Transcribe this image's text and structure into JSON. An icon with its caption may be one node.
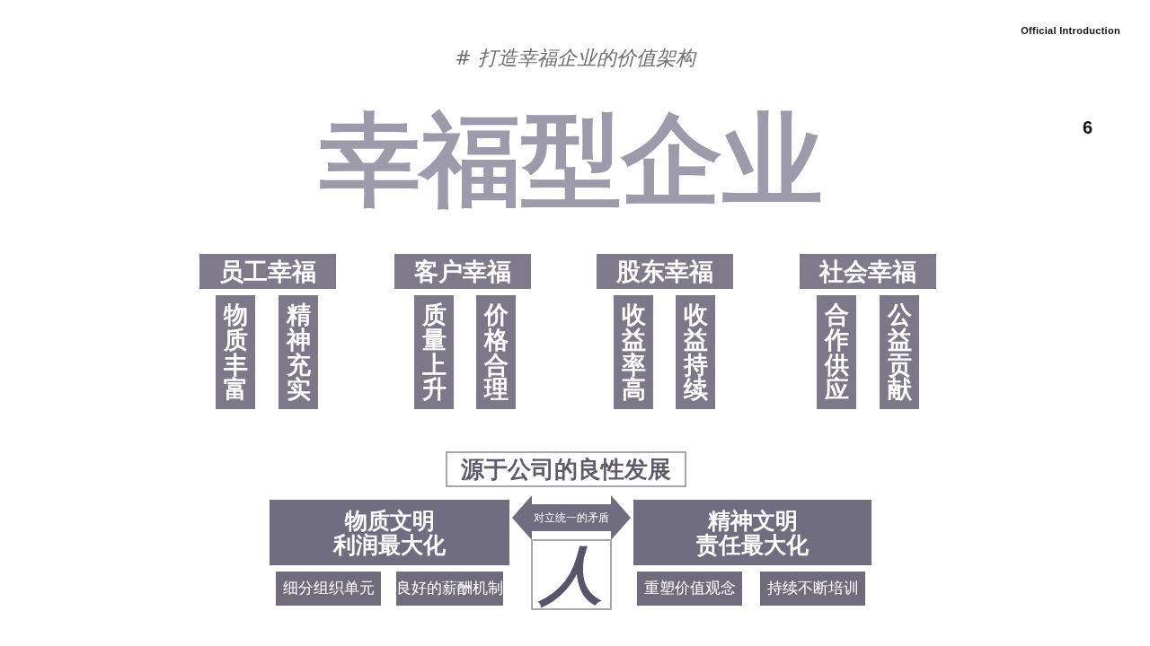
{
  "diagram": {
    "title": "# 打造幸福企业的价值架构",
    "nodes": [
      {
        "text": [
          "员工幸福"
        ]
      },
      {
        "text": [
          "物质丰富"
        ]
      },
      {
        "text": [
          "精神充实"
        ]
      },
      {
        "text": [
          "客户幸福"
        ]
      },
      {
        "text": [
          "质量上升"
        ]
      },
      {
        "text": [
          "价格合理"
        ]
      },
      {
        "text": [
          "股东幸福"
        ]
      },
      {
        "text": [
          "收益率高"
        ]
      },
      {
        "text": [
          "收益持续"
        ]
      },
      {
        "text": [
          "社会幸福"
        ]
      },
      {
        "text": [
          "合作供应"
        ]
      },
      {
        "text": [
          "公益贡献"
        ]
      },
      {
        "text": [
          "源于公司的良性发展"
        ]
      },
      {
        "text": [
          "物质文明",
          "利润最大化"
        ]
      },
      {
        "text": [
          "人"
        ]
      },
      {
        "text": [
          "精神文明",
          "责任最大化"
        ]
      },
      {
        "text": [
          "细分组织单元"
        ]
      },
      {
        "text": [
          "良好的薪酬机制"
        ]
      },
      {
        "text": [
          "重塑价值观念"
        ]
      },
      {
        "text": [
          "持续不断培训"
        ]
      }
    ],
    "edges": [
      {
        "from": 13,
        "to": 15,
        "arrow": "both",
        "label": "对立统一的矛盾"
      }
    ],
    "labels": [
      "Official Introduction",
      "6",
      "幸福型企业"
    ]
  }
}
